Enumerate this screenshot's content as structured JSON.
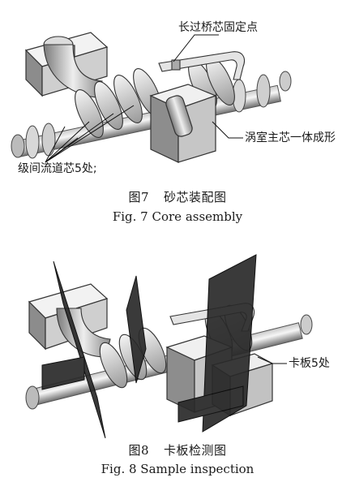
{
  "figure7": {
    "number_cn": "图7",
    "title_cn": "砂芯装配图",
    "caption_en": "Fig. 7 Core assembly",
    "callouts": {
      "fix_point": "长过桥芯固定点",
      "volute_core": "涡室主芯一体成形",
      "interstage_cores": "级间流道芯5处;"
    }
  },
  "figure8": {
    "number_cn": "图8",
    "title_cn": "卡板检测图",
    "caption_en": "Fig. 8 Sample inspection",
    "callouts": {
      "gauge_plates": "卡板5处"
    }
  }
}
